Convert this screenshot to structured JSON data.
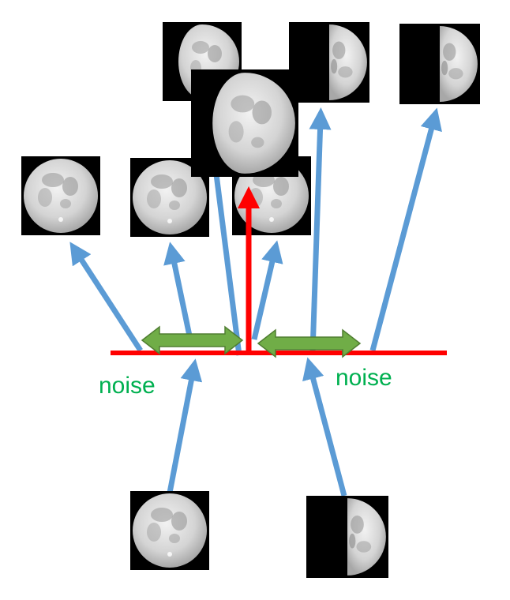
{
  "labels": {
    "noise_left": "noise",
    "noise_right": "noise"
  },
  "colors": {
    "background": "#ffffff",
    "axis_line": "#ff0000",
    "blue_arrow": "#5b9bd5",
    "red_arrow": "#ff0000",
    "noise_arrow_fill": "#70ad47",
    "noise_arrow_stroke": "#507e32",
    "noise_text": "#00b050",
    "tile_bg": "#000000",
    "moon_light": "#e6e6e6",
    "moon_dark": "#9a9a9a"
  },
  "moon_phases": {
    "top_row": [
      "waxing-gibbous",
      "first-quarter",
      "first-quarter"
    ],
    "middle_row": [
      "full-moon",
      "full-moon",
      "full-moon"
    ],
    "center_output": "waxing-gibbous",
    "inputs": [
      "full-moon",
      "first-quarter"
    ]
  }
}
